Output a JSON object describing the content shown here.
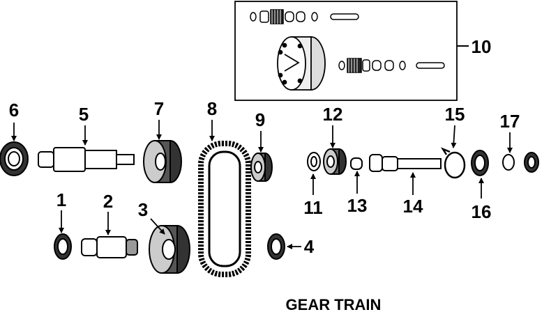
{
  "diagram": {
    "caption": "GEAR TRAIN",
    "callouts": [
      "1",
      "2",
      "3",
      "4",
      "5",
      "6",
      "7",
      "8",
      "9",
      "10",
      "11",
      "12",
      "13",
      "14",
      "15",
      "16",
      "17"
    ],
    "colors": {
      "ink": "#000000",
      "paper": "#ffffff",
      "shade": "#444444"
    }
  }
}
